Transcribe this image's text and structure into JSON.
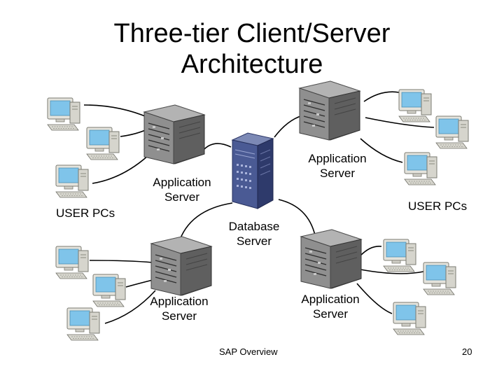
{
  "slide": {
    "title_line1": "Three-tier Client/Server",
    "title_line2": "Architecture"
  },
  "labels": {
    "app_server_left": [
      "Application",
      "Server"
    ],
    "app_server_right": [
      "Application",
      "Server"
    ],
    "app_server_bottom_left": [
      "Application",
      "Server"
    ],
    "app_server_bottom_right": [
      "Application",
      "Server"
    ],
    "database_server": [
      "Database",
      "Server"
    ],
    "user_pcs_left": "USER PCs",
    "user_pcs_right": "USER PCs"
  },
  "footer": {
    "center": "SAP Overview",
    "page_number": "20"
  },
  "colors": {
    "screen": "#7fc4ea",
    "monitor": "#e4e3dc",
    "server": "#7a7a7a",
    "db_server": "#3f4f86",
    "line": "#000000"
  }
}
